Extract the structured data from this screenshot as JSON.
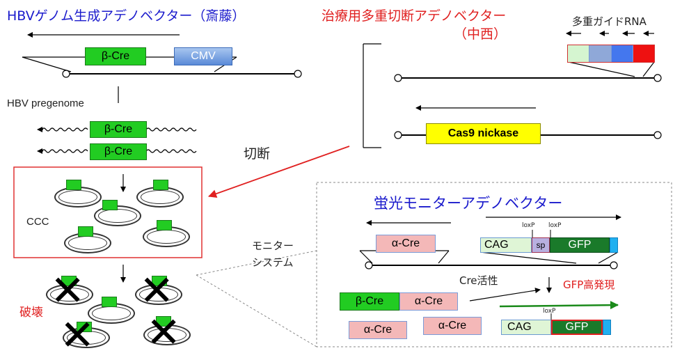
{
  "titles": {
    "hbv_vector": "HBVゲノム生成アデノベクター（斎藤）",
    "therapy_vector_line1": "治療用多重切断アデノベクター",
    "therapy_vector_line2": "（中西）",
    "monitor_vector": "蛍光モニターアデノベクター"
  },
  "labels": {
    "multi_guide_rna": "多重ガイドRNA",
    "hbv_pregenome": "HBV pregenome",
    "cut": "切断",
    "ccc": "CCC",
    "destroy": "破壊",
    "monitor_system_line1": "モニター",
    "monitor_system_line2": "システム",
    "cre_activity": "Cre活性",
    "gfp_high_expression": "GFP高発現",
    "loxp": "loxP"
  },
  "elements": {
    "beta_cre": "β-Cre",
    "alpha_cre": "α-Cre",
    "cmv": "CMV",
    "cas9_nickase": "Cas9 nickase",
    "cag": "CAG",
    "sp": "sp",
    "gfp": "GFP"
  },
  "colors": {
    "title_blue": "#1a1acc",
    "title_red": "#e02020",
    "cre_green": "#22cc22",
    "cre_pink": "#f4b8b8",
    "cmv_blue": "#6a9ee0",
    "cas9_yellow": "#ffff00",
    "gfp_dark_green": "#1a7a2a",
    "cag_light_green": "#dff5d6",
    "arrow_red": "#e02020",
    "guide_rna": [
      "#d5f5d0",
      "#8fa8d8",
      "#4477ee",
      "#ee1111"
    ]
  }
}
